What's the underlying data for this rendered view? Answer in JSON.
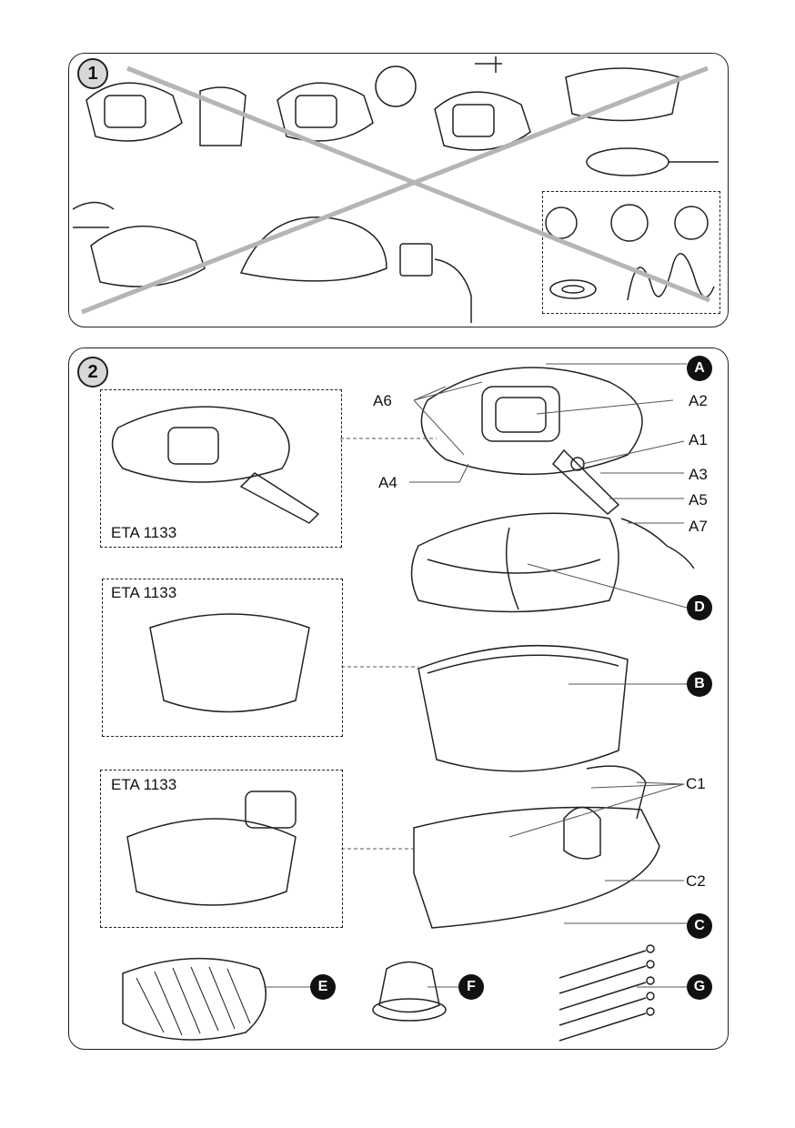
{
  "section1": {
    "number": "1"
  },
  "section2": {
    "number": "2",
    "variant_labels": [
      "ETA 1133",
      "ETA 1133",
      "ETA 1133"
    ],
    "part_markers": {
      "A": "A",
      "B": "B",
      "C": "C",
      "D": "D",
      "E": "E",
      "F": "F",
      "G": "G"
    },
    "callouts": {
      "A1": "A1",
      "A2": "A2",
      "A3": "A3",
      "A4": "A4",
      "A5": "A5",
      "A6": "A6",
      "A7": "A7",
      "C1": "C1",
      "C2": "C2"
    }
  }
}
